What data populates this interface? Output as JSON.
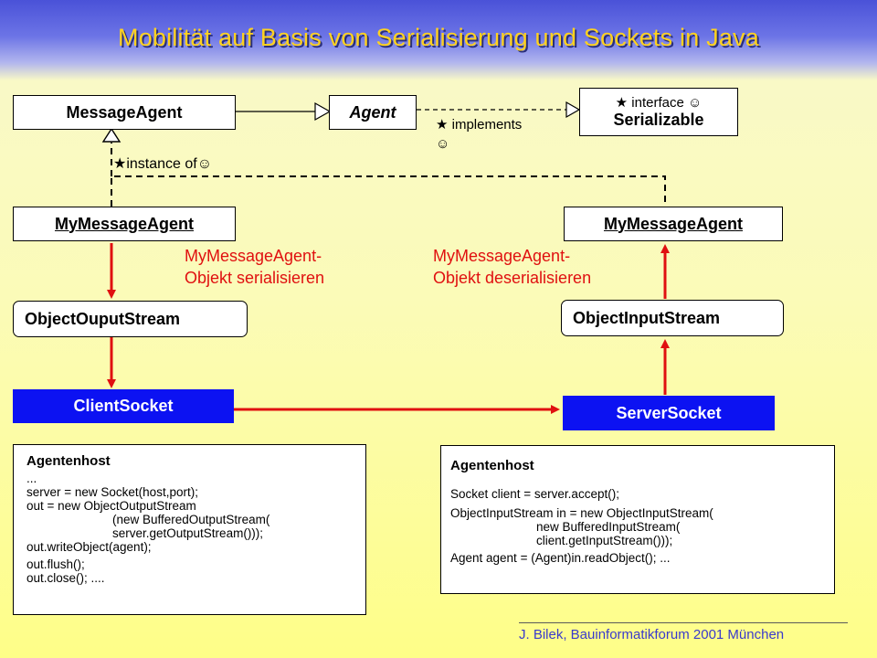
{
  "title": "Mobilität auf Basis von Serialisierung und Sockets in Java",
  "diagram": {
    "message_agent": "MessageAgent",
    "agent": "Agent",
    "interface_stereotype": "★ interface ☺",
    "serializable": "Serializable",
    "implements_line1": "★ implements",
    "implements_line2": "☺",
    "instance_of": "★instance of☺",
    "my_message_agent_left": "MyMessageAgent",
    "my_message_agent_right": "MyMessageAgent",
    "serialize_line1": "MyMessageAgent-",
    "serialize_line2": "Objekt serialisieren",
    "deserialize_line1": "MyMessageAgent-",
    "deserialize_line2": "Objekt deserialisieren",
    "object_output_stream": "ObjectOuputStream",
    "object_input_stream": "ObjectInputStream",
    "client_socket": "ClientSocket",
    "server_socket": "ServerSocket"
  },
  "client_host": {
    "header": "Agentenhost",
    "lines": [
      "...",
      "server = new Socket(host,port);",
      "out = new ObjectOutputStream",
      "(new BufferedOutputStream(",
      "server.getOutputStream()));",
      "out.writeObject(agent);",
      "out.flush();",
      "out.close(); ...."
    ]
  },
  "server_host": {
    "header": "Agentenhost",
    "lines": [
      "Socket client = server.accept();",
      "ObjectInputStream in = new ObjectInputStream(",
      "new BufferedInputStream(",
      "client.getInputStream()));",
      "Agent agent = (Agent)in.readObject(); ..."
    ]
  },
  "footer": "J. Bilek, Bauinformatikforum 2001 München",
  "colors": {
    "title_text": "#ffd21f",
    "socket_fill": "#0c12f2",
    "arrow_red": "#e01010",
    "label_red": "#e01010"
  }
}
